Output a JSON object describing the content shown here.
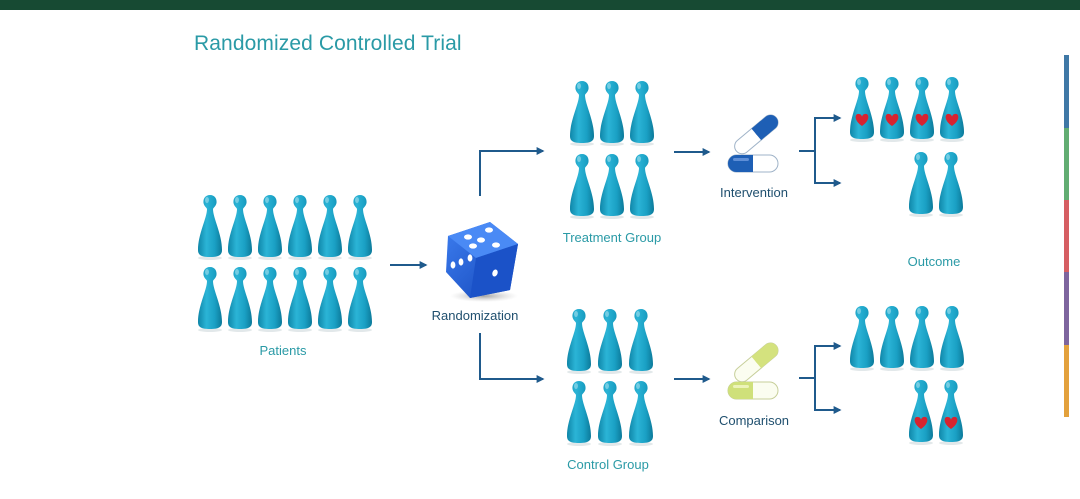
{
  "header": {
    "title": "Randomized Controlled Trial"
  },
  "colors": {
    "top_bar": "#174a33",
    "title": "#2a9aa6",
    "pawn": "#1ea3c6",
    "pawn_dark": "#0f7f9f",
    "arrow": "#1f5a8c",
    "heart": "#d8232f",
    "die": "#1e5fd6",
    "intervention_pill": "#1e5fb5",
    "comparison_pill": "#cfe07a",
    "side_bar": [
      "#3f78a6",
      "#62ad72",
      "#d65e63",
      "#7e659e",
      "#e3a13c"
    ]
  },
  "diagram": {
    "stages": {
      "patients": {
        "label": "Patients",
        "count": 12
      },
      "randomization": {
        "label": "Randomization",
        "icon": "die-icon"
      },
      "treatment_group": {
        "label": "Treatment Group",
        "count": 6
      },
      "control_group": {
        "label": "Control Group",
        "count": 6
      },
      "intervention": {
        "label": "Intervention",
        "icon": "blue-capsule-icon"
      },
      "comparison": {
        "label": "Comparison",
        "icon": "yellow-capsule-icon"
      },
      "outcome": {
        "label": "Outcome"
      }
    },
    "outcomes": {
      "treatment": {
        "top_row": {
          "count": 4,
          "with_heart": 4
        },
        "bottom_row": {
          "count": 2,
          "with_heart": 0
        }
      },
      "control": {
        "top_row": {
          "count": 4,
          "with_heart": 0
        },
        "bottom_row": {
          "count": 2,
          "with_heart": 2
        }
      }
    }
  }
}
